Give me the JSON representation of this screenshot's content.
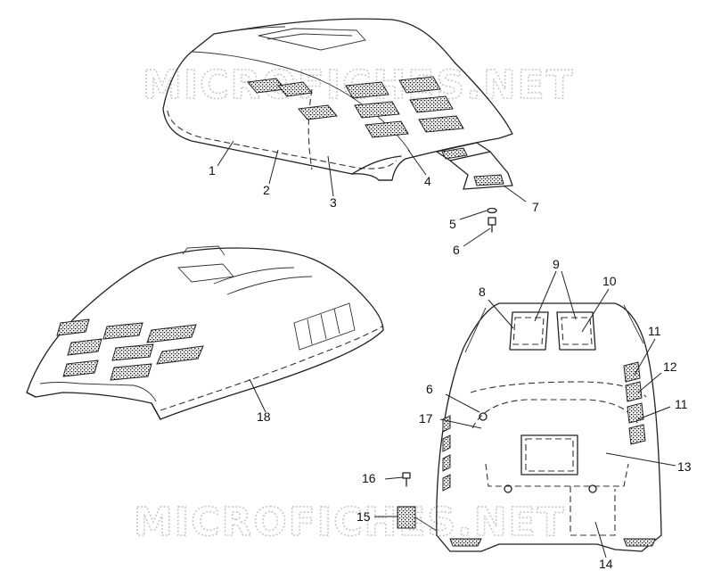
{
  "watermarks": [
    "MICROFICHES.NET",
    "MICROFICHES.NET"
  ],
  "callouts": {
    "c1": "1",
    "c2": "2",
    "c3": "3",
    "c4": "4",
    "c5": "5",
    "c6a": "6",
    "c7": "7",
    "c8": "8",
    "c9": "9",
    "c10": "10",
    "c11a": "11",
    "c12": "12",
    "c11b": "11",
    "c6b": "6",
    "c17": "17",
    "c13": "13",
    "c16": "16",
    "c15": "15",
    "c14": "14",
    "c18": "18"
  }
}
